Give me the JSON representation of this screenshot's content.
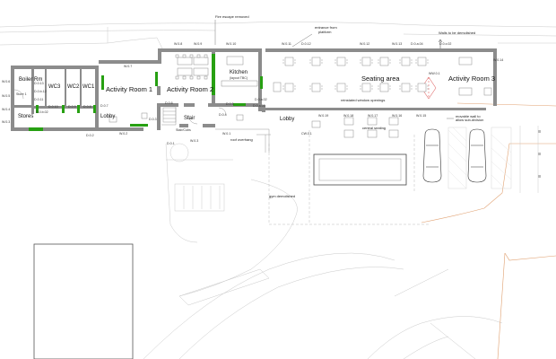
{
  "rooms": {
    "boiler_rm": "Boiler Rm",
    "store1": "Store 1",
    "stores": "Stores",
    "wc3": "WC3",
    "wc2": "WC2",
    "wc1": "WC1",
    "activity1": "Activity Room 1",
    "activity2": "Activity Room 2",
    "kitchen": "Kitchen",
    "kitchen_sub": "(layout TBC)",
    "seating": "Seating area",
    "activity3": "Activity Room 3",
    "lobby_left": "Lobby",
    "stair": "Stair",
    "lobby_right": "Lobby",
    "stair_sub": "Stair/Cubs"
  },
  "notes": {
    "fire_escape": "Fire escape removed",
    "entrance_1": "entrance from",
    "entrance_2": "platform",
    "walls_demolished": "Walls to be demolished",
    "reinstated": "reinstated window openings",
    "movable_1": "movable wall to",
    "movable_2": "allow sub-division",
    "roof_overhang": "roof overhang",
    "gym_demolished": "gym demolished",
    "central_seating": "central seating"
  },
  "tags": {
    "w06": "W.0.6",
    "w05": "W.0.5",
    "w04": "W.0.4",
    "w03": "W.0.3",
    "w07": "W.0.7",
    "w08": "W.0.8",
    "w09": "W.0.9",
    "w010": "W.0.10",
    "w011": "W.0.11",
    "w012": "W.0.12",
    "w013": "W.0.13",
    "w014": "W.0.14",
    "w015": "W.0.15",
    "w016": "W.0.16",
    "w017": "W.0.17",
    "w018": "W.0.18",
    "w019": "W.0.19",
    "w02": "W.0.2",
    "w01": "W.0.1",
    "w03b": "W.0.3",
    "d012": "D.0.12",
    "d013": "D.0.13",
    "d011": "D.0.11",
    "d010": "D.0.10",
    "d09": "D.0.9",
    "d08": "D.0.8",
    "d07": "D.0.7",
    "d06": "D.0.6",
    "d05": "D.0.5",
    "d04": "D.0.4",
    "d03": "D.0.3",
    "d02": "D.0.2",
    "d01": "D.0.1",
    "d0a02": "D.0.a.02",
    "d0b02": "D.0.b.02",
    "d0a04": "D.0.a.04",
    "d0b012": "D.0.b.12",
    "d0x02": "D.0.x.02",
    "d0a03": "D.0.a.03",
    "ww01": "WW.0.1",
    "cw01": "CW.0.1"
  }
}
